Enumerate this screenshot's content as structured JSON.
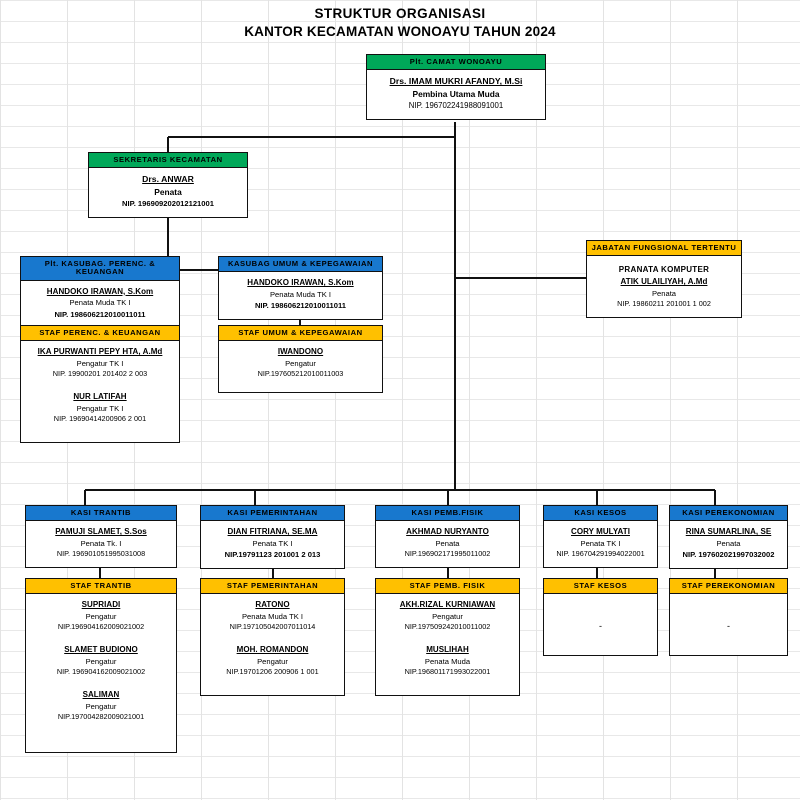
{
  "title": {
    "line1": "STRUKTUR  ORGANISASI",
    "line2": "KANTOR KECAMATAN WONOAYU TAHUN 2024"
  },
  "colors": {
    "green": "#00A859",
    "blue": "#1878CE",
    "yellow": "#FFC000",
    "border": "#111111",
    "grid": "#e3e3e3"
  },
  "nodes": {
    "camat": {
      "header": "Plt. CAMAT  WONOAYU",
      "people": [
        {
          "name": "Drs. IMAM MUKRI AFANDY, M.Si",
          "rank": "Pembina Utama Muda",
          "nip": "NIP. 196702241988091001"
        }
      ]
    },
    "sekretaris": {
      "header": "SEKRETARIS KECAMATAN",
      "people": [
        {
          "name": "Drs. ANWAR",
          "rank": "Penata",
          "nip": "NIP. 196909202012121001"
        }
      ]
    },
    "kasubag_perenc": {
      "header": "Plt. KASUBAG. PERENC. & KEUANGAN",
      "people": [
        {
          "name": "HANDOKO IRAWAN, S.Kom",
          "rank": "Penata Muda TK I",
          "nip": "NIP. 198606212010011011"
        }
      ]
    },
    "kasubag_umum": {
      "header": "KASUBAG UMUM & KEPEGAWAIAN",
      "people": [
        {
          "name": "HANDOKO IRAWAN, S.Kom",
          "rank": "Penata Muda TK I",
          "nip": "NIP. 198606212010011011"
        }
      ]
    },
    "jabatan_fungsional": {
      "header": "JABATAN  FUNGSIONAL  TERTENTU",
      "subtitle": "PRANATA KOMPUTER",
      "people": [
        {
          "name": "ATIK ULAILIYAH, A.Md",
          "rank": "Penata",
          "nip": "NIP. 19860211 201001 1 002"
        }
      ]
    },
    "staf_perenc": {
      "header": "STAF PERENC. & KEUANGAN",
      "people": [
        {
          "name": "IKA PURWANTI PEPY HTA, A.Md",
          "rank": "Pengatur TK I",
          "nip": "NIP. 19900201 201402 2 003"
        },
        {
          "name": "NUR  LATIFAH",
          "rank": "Pengatur TK I",
          "nip": "NIP. 19690414200906 2 001"
        }
      ]
    },
    "staf_umum": {
      "header": "STAF UMUM & KEPEGAWAIAN",
      "people": [
        {
          "name": "IWANDONO",
          "rank": "Pengatur",
          "nip": "NIP.197605212010011003"
        }
      ]
    },
    "kasi_trantib": {
      "header": "KASI TRANTIB",
      "people": [
        {
          "name": "PAMUJI SLAMET, S.Sos",
          "rank": "Penata Tk. I",
          "nip": "NIP. 196901051995031008"
        }
      ]
    },
    "kasi_pemerintahan": {
      "header": "KASI PEMERINTAHAN",
      "people": [
        {
          "name": "DIAN  FITRIANA, SE.MA",
          "rank": "Penata TK I",
          "nip": "NIP.19791123 201001 2 013"
        }
      ]
    },
    "kasi_pemb_fisik": {
      "header": "KASI  PEMB.FISIK",
      "people": [
        {
          "name": "AKHMAD NURYANTO",
          "rank": "Penata",
          "nip": "NIP.196902171995011002"
        }
      ]
    },
    "kasi_kesos": {
      "header": "KASI  KESOS",
      "people": [
        {
          "name": "CORY MULYATI",
          "rank": "Penata TK I",
          "nip": "NIP. 196704291994022001"
        }
      ]
    },
    "kasi_perekonomian": {
      "header": "KASI  PEREKONOMIAN",
      "people": [
        {
          "name": "RINA SUMARLINA, SE",
          "rank": "Penata",
          "nip": "NIP. 197602021997032002"
        }
      ]
    },
    "staf_trantib": {
      "header": "STAF TRANTIB",
      "people": [
        {
          "name": "SUPRIADI",
          "rank": "Pengatur",
          "nip": "NIP.196904162009021002"
        },
        {
          "name": "SLAMET  BUDIONO",
          "rank": "Pengatur",
          "nip": "NIP. 196904162009021002"
        },
        {
          "name": "SALIMAN",
          "rank": "Pengatur",
          "nip": "NIP.197004282009021001"
        }
      ]
    },
    "staf_pemerintahan": {
      "header": "STAF PEMERINTAHAN",
      "people": [
        {
          "name": "RATONO",
          "rank": "Penata Muda TK I",
          "nip": "NIP.197105042007011014"
        },
        {
          "name": "MOH. ROMANDON",
          "rank": "Pengatur",
          "nip": "NIP.19701206 200906 1 001"
        }
      ]
    },
    "staf_pemb_fisik": {
      "header": "STAF  PEMB. FISIK",
      "people": [
        {
          "name": "AKH.RIZAL KURNIAWAN",
          "rank": "Pengatur",
          "nip": "NIP.197509242010011002"
        },
        {
          "name": "MUSLIHAH",
          "rank": "Penata Muda",
          "nip": "NIP.196801171993022001"
        }
      ]
    },
    "staf_kesos": {
      "header": "STAF KESOS",
      "people": [],
      "placeholder": "-"
    },
    "staf_perekonomian": {
      "header": "STAF PEREKONOMIAN",
      "people": [],
      "placeholder": "-"
    }
  }
}
